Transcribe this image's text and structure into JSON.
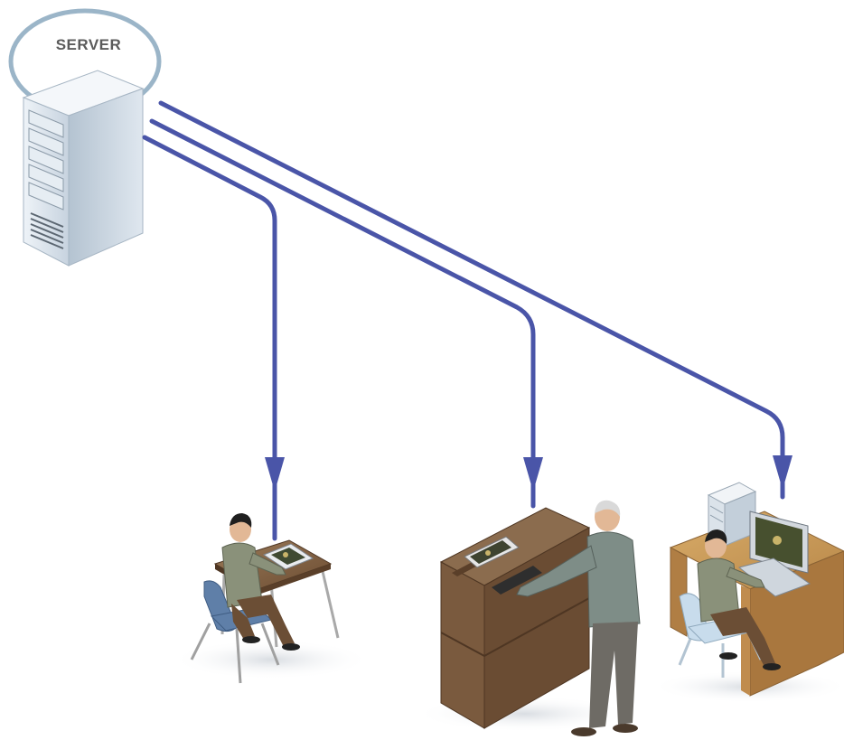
{
  "server": {
    "label": "SERVER"
  },
  "colors": {
    "connection": "#4a55a8",
    "server_ring": "#9bb5c8",
    "server_body": "#d6e0ea",
    "wood": "#7a5a3e",
    "jacket": "#8a917a",
    "chair_blue": "#5f7fa8",
    "chair_light": "#c8dcec"
  },
  "connections": [
    {
      "from": "server",
      "to": "student-desk-workstation"
    },
    {
      "from": "server",
      "to": "podium-workstation"
    },
    {
      "from": "server",
      "to": "desktop-pc-workstation"
    }
  ]
}
